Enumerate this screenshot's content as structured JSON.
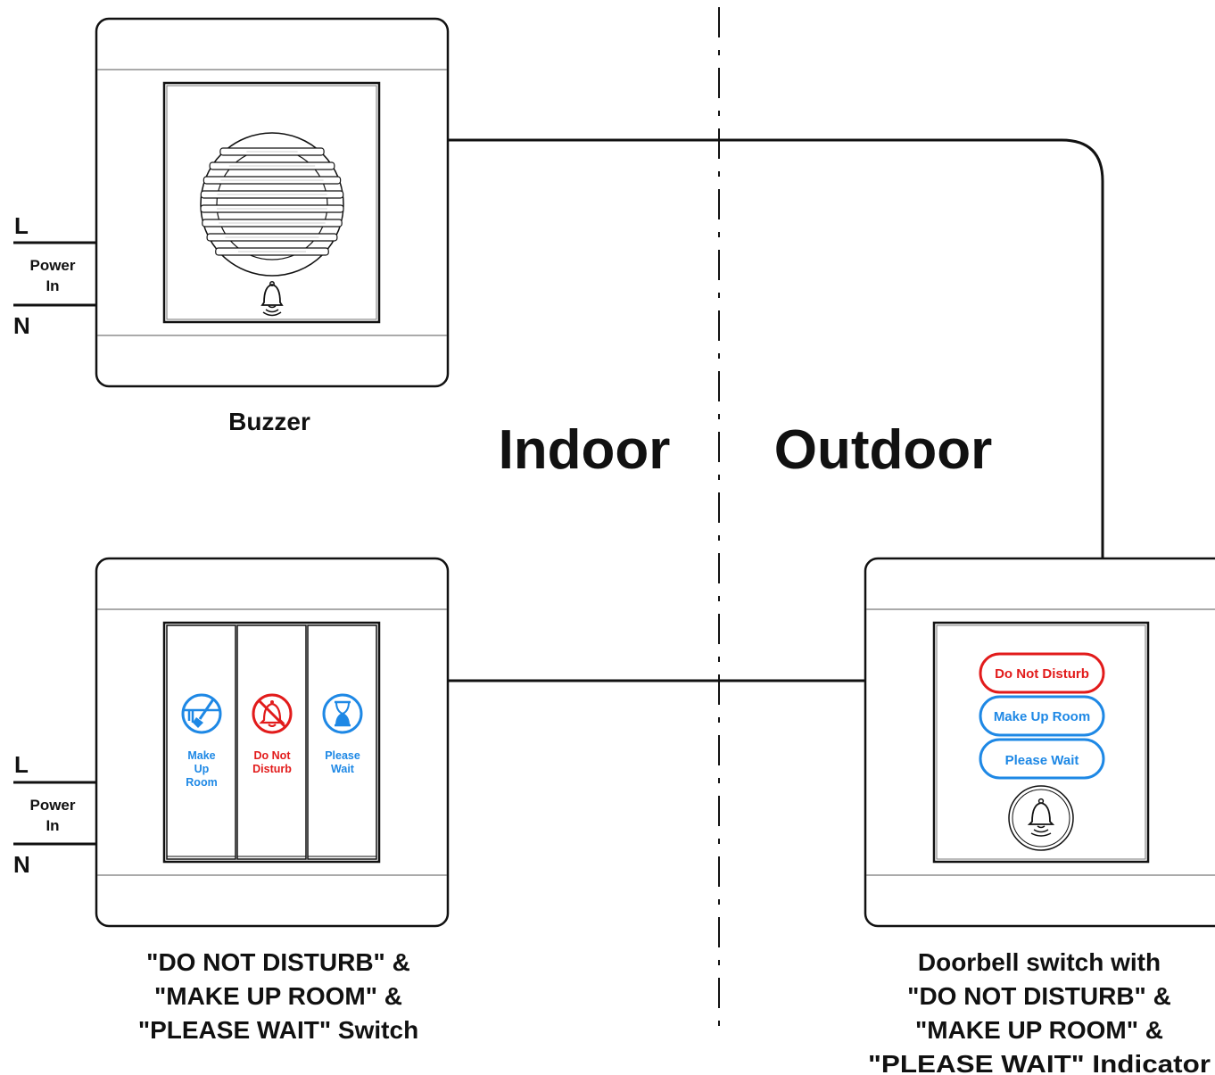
{
  "regions": {
    "indoor": "Indoor",
    "outdoor": "Outdoor"
  },
  "power_left_top": {
    "live": "L",
    "neutral": "N",
    "label_line1": "Power",
    "label_line2": "In"
  },
  "power_left_bottom": {
    "live": "L",
    "neutral": "N",
    "label_line1": "Power",
    "label_line2": "In"
  },
  "buzzer": {
    "caption": "Buzzer",
    "icon": "bell-icon"
  },
  "indoor_switch": {
    "caption_lines": [
      "\"DO NOT DISTURB\" &",
      "\"MAKE UP ROOM\" &",
      "\"PLEASE WAIT\"  Switch"
    ],
    "keys": [
      {
        "label_lines": [
          "Make",
          "Up",
          "Room"
        ],
        "icon": "make-up-room-icon",
        "color": "#1e88e5"
      },
      {
        "label_lines": [
          "Do Not",
          "Disturb"
        ],
        "icon": "do-not-disturb-icon",
        "color": "#e21b1b"
      },
      {
        "label_lines": [
          "Please",
          "Wait"
        ],
        "icon": "hourglass-icon",
        "color": "#1e88e5"
      }
    ]
  },
  "outdoor_panel": {
    "caption_lines": [
      "Doorbell  switch with",
      "\"DO NOT DISTURB\" &",
      "\"MAKE UP ROOM\" &",
      "\"PLEASE WAIT\" Indicator"
    ],
    "indicators": [
      {
        "label": "Do Not Disturb",
        "color": "#e21b1b"
      },
      {
        "label": "Make Up Room",
        "color": "#1e88e5"
      },
      {
        "label": "Please Wait",
        "color": "#1e88e5"
      }
    ],
    "button_icon": "bell-icon"
  },
  "colors": {
    "line": "#111111",
    "red": "#e21b1b",
    "blue": "#1e88e5"
  }
}
